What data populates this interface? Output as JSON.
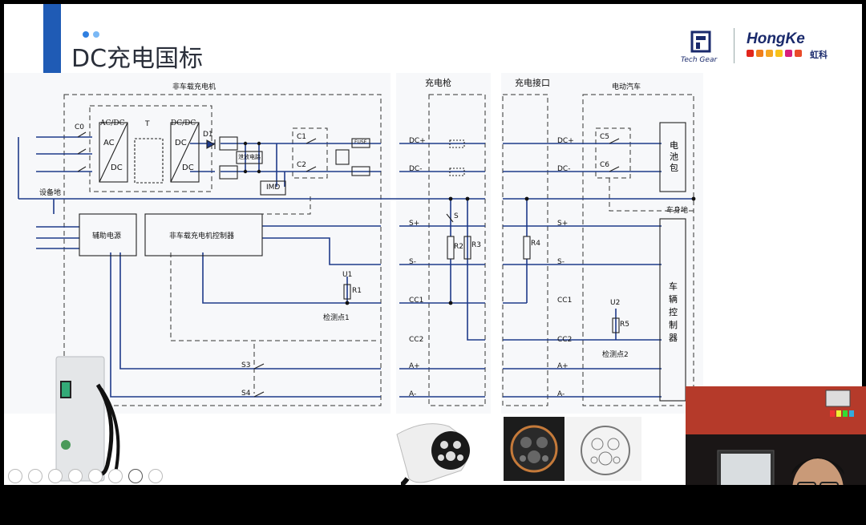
{
  "slide": {
    "title": "DC充电国标",
    "logo_techgear": "Tech Gear",
    "logo_hongke": "HongKe",
    "logo_hongke_cn": "虹科"
  },
  "diagram": {
    "sections": {
      "offboard_charger": "非车载充电机",
      "connector": "充电枪",
      "inlet": "充电接口",
      "vehicle": "电动汽车"
    },
    "components": {
      "c0": "C0",
      "acdc_title": "AC/DC",
      "ac": "AC",
      "dc_a": "DC",
      "t": "T",
      "dcdc_title": "DC/DC",
      "dc_b": "DC",
      "dc_c": "DC",
      "d1": "D1",
      "c1": "C1",
      "c2": "C2",
      "fuse": "FUSE",
      "discharge": "泄放电路",
      "imd": "IMD",
      "equip_ground": "设备地",
      "aux_power": "辅助电源",
      "charger_controller": "非车载充电机控制器",
      "u1": "U1",
      "r1": "R1",
      "detect1": "检测点1",
      "s3": "S3",
      "s4": "S4",
      "s": "S",
      "r2": "R2",
      "r3": "R3",
      "r4": "R4",
      "c5": "C5",
      "c6": "C6",
      "battery": [
        "电",
        "池",
        "包"
      ],
      "vehicle_ground": "车身地",
      "vehicle_controller": [
        "车",
        "辆",
        "控",
        "制",
        "器"
      ],
      "u2": "U2",
      "r5": "R5",
      "detect2": "检测点2"
    },
    "pins_left": [
      "DC+",
      "DC-",
      "S+",
      "S-",
      "CC1",
      "CC2",
      "A+",
      "A-"
    ],
    "pins_right": [
      "DC+",
      "DC-",
      "S+",
      "S-",
      "CC1",
      "CC2",
      "A+",
      "A-"
    ]
  },
  "colors": {
    "accent": "#1f5bb5",
    "dot1": "#2f7fe0",
    "dot2": "#7ab8f5",
    "wire": "#1e3a8a",
    "hongke_squares": [
      "#e2261c",
      "#f07e1b",
      "#f5a623",
      "#f8c21a",
      "#d81f7e",
      "#e94b2a"
    ]
  }
}
